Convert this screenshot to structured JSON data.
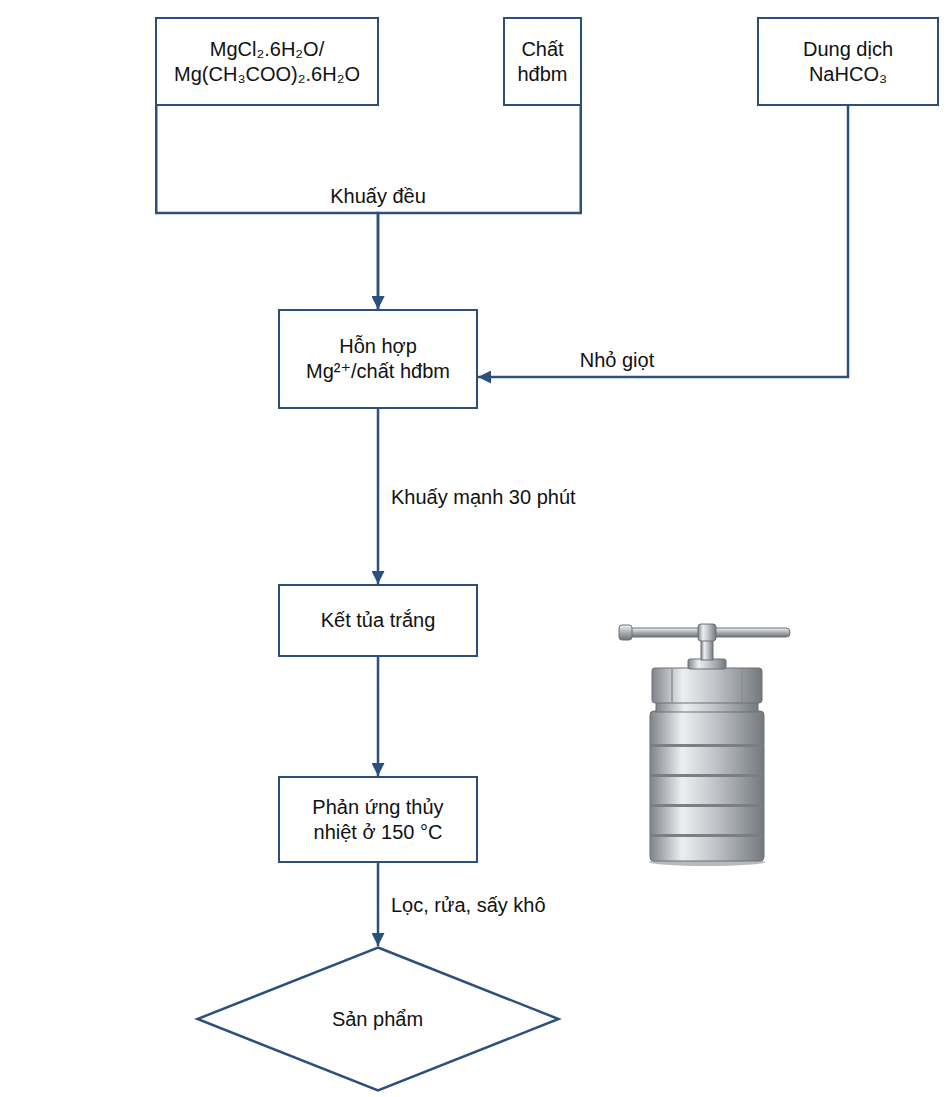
{
  "diagram": {
    "nodes": [
      {
        "text": [
          "MgCl₂.6H₂O/ Mg(CH₃COO)₂.6H₂O"
        ]
      },
      {
        "text": [
          "Chất hđbm"
        ]
      },
      {
        "text": [
          "Dung dịch NaHCO₃"
        ]
      },
      {
        "text": [
          "Hỗn hợp Mg²⁺/chất hđbm"
        ]
      },
      {
        "text": [
          "Kết tủa trắng"
        ]
      },
      {
        "text": [
          "Phản ứng thủy nhiệt ở 150 °C"
        ]
      },
      {
        "text": [
          "Sản phẩm"
        ]
      }
    ],
    "edges": [
      {
        "from": 0,
        "to": 3,
        "arrow": "to",
        "label": "Khuấy đều"
      },
      {
        "from": 1,
        "to": 3,
        "arrow": "to"
      },
      {
        "from": 2,
        "to": 3,
        "arrow": "to",
        "label": "Nhỏ giọt"
      },
      {
        "from": 3,
        "to": 4,
        "arrow": "to",
        "label": "Khuấy mạnh 30 phút"
      },
      {
        "from": 4,
        "to": 5,
        "arrow": "to"
      },
      {
        "from": 5,
        "to": 6,
        "arrow": "to",
        "label": "Lọc, rửa, sấy khô"
      }
    ]
  }
}
